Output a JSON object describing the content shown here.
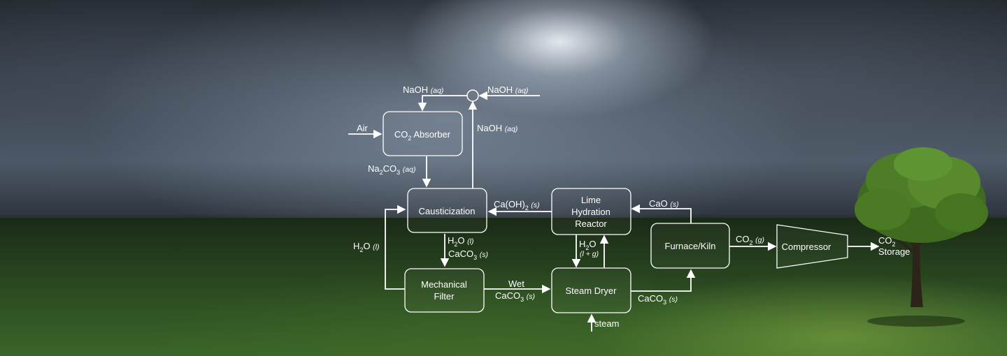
{
  "units": {
    "co2_absorber": {
      "pre": "CO",
      "sub": "2",
      "post": " Absorber"
    },
    "causticization": "Causticization",
    "lime_reactor": [
      "Lime",
      "Hydration",
      "Reactor"
    ],
    "furnace": "Furnace/Kiln",
    "compressor": "Compressor",
    "mech_filter": [
      "Mechanical",
      "Filter"
    ],
    "steam_dryer": "Steam Dryer"
  },
  "streams": {
    "naoh_top_left": {
      "formula": "NaOH",
      "phase": "(aq)"
    },
    "naoh_top_right": {
      "formula": "NaOH",
      "phase": "(aq)"
    },
    "naoh_recycle": {
      "formula": "NaOH",
      "phase": "(aq)"
    },
    "air": "Air",
    "na2co3": {
      "pre": "Na",
      "sub": "2",
      "post": "CO",
      "sub2": "3",
      "phase": "(aq)"
    },
    "caoh2": {
      "pre": "Ca(OH)",
      "sub": "2",
      "phase": "(s)"
    },
    "cao": {
      "formula": "CaO",
      "phase": "(s)"
    },
    "h2o_left": {
      "pre": "H",
      "sub": "2",
      "post": "O",
      "phase": "(l)"
    },
    "h2o_caus": {
      "pre": "H",
      "sub": "2",
      "post": "O",
      "phase": "(l)"
    },
    "caco3_caus": {
      "pre": "CaCO",
      "sub": "3",
      "phase": "(s)"
    },
    "h2o_dryer": {
      "pre": "H",
      "sub": "2",
      "post": "O",
      "phase": "(l + g)"
    },
    "wet_caco3": {
      "word": "Wet",
      "pre": "CaCO",
      "sub": "3",
      "phase": "(s)"
    },
    "caco3_dryer": {
      "pre": "CaCO",
      "sub": "3",
      "phase": "(s)"
    },
    "co2_gas": {
      "pre": "CO",
      "sub": "2",
      "phase": "(g)"
    },
    "co2_storage": {
      "pre": "CO",
      "sub": "2",
      "post": "Storage"
    },
    "steam": "steam"
  }
}
